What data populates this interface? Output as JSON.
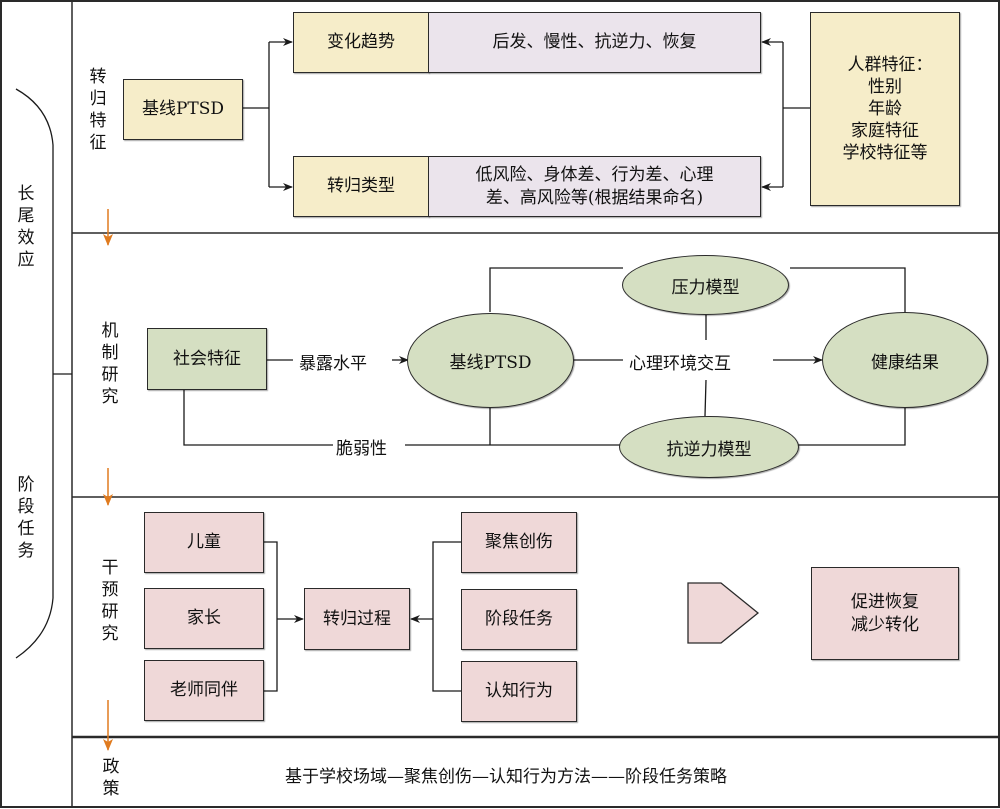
{
  "colors": {
    "yellow_fill": "#f6edc9",
    "lilac_fill": "#ebe4ec",
    "green_fill": "#d5dfc2",
    "pink_fill": "#efd8d8",
    "orange_arrow": "#e07b1f",
    "line": "#1a1a1a"
  },
  "left_bracket": {
    "top_label": "长\n尾\n效\n应",
    "bottom_label": "阶\n段\n任\n务"
  },
  "sections": {
    "transition": {
      "label": "转\n归\n特\n征",
      "baseline": "基线PTSD",
      "trend_label": "变化趋势",
      "trend_values": "后发、慢性、抗逆力、恢复",
      "type_label": "转归类型",
      "type_values": "低风险、身体差、行为差、心理差、高风险等(根据结果命名)",
      "population": {
        "title": "人群特征：",
        "items": [
          "性别",
          "年龄",
          "家庭特征",
          "学校特征等"
        ]
      }
    },
    "mechanism": {
      "label": "机\n制\n研\n究",
      "social": "社会特征",
      "exposure": "暴露水平",
      "baseline": "基线PTSD",
      "interaction": "心理环境交互",
      "outcome": "健康结果",
      "stress_model": "压力模型",
      "resilience_model": "抗逆力模型",
      "vulnerability": "脆弱性"
    },
    "intervention": {
      "label": "干\n预\n研\n究",
      "subjects": [
        "儿童",
        "家长",
        "老师同伴"
      ],
      "process": "转归过程",
      "methods": [
        "聚焦创伤",
        "阶段任务",
        "认知行为"
      ],
      "goal_line1": "促进恢复",
      "goal_line2": "减少转化"
    },
    "policy": {
      "label": "政\n策",
      "text": "基于学校场域—聚焦创伤—认知行为方法——阶段任务策略"
    }
  }
}
